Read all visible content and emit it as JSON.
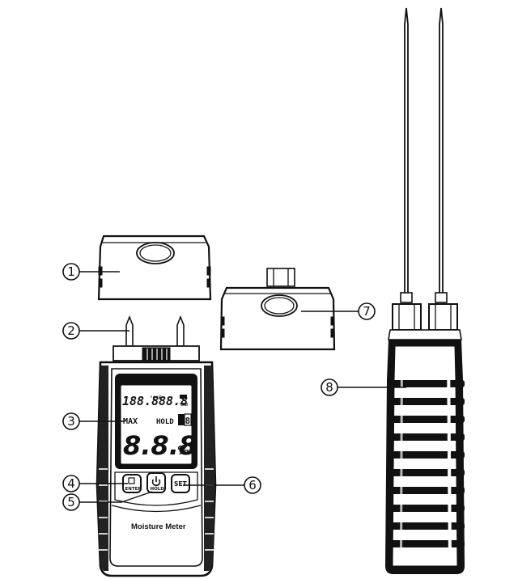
{
  "callouts": [
    {
      "id": 1,
      "label": "1"
    },
    {
      "id": 2,
      "label": "2"
    },
    {
      "id": 3,
      "label": "3"
    },
    {
      "id": 4,
      "label": "4"
    },
    {
      "id": 5,
      "label": "5"
    },
    {
      "id": 6,
      "label": "6"
    },
    {
      "id": 7,
      "label": "7"
    },
    {
      "id": 8,
      "label": "8"
    }
  ],
  "lcd": {
    "temp_reading": "188.8",
    "temp_units": "°C°F",
    "rh_reading": "88.8",
    "rh_unit": "%RH",
    "max_label": "MAX",
    "hold_label": "HOLD",
    "mode_digit": "8",
    "main_reading": "8.8.8",
    "percent_sign": "%"
  },
  "buttons": {
    "enter_label": "ENTER",
    "hold_label": "HOLD",
    "set_label": "SET"
  },
  "device": {
    "brand_text": "Moisture Meter"
  }
}
